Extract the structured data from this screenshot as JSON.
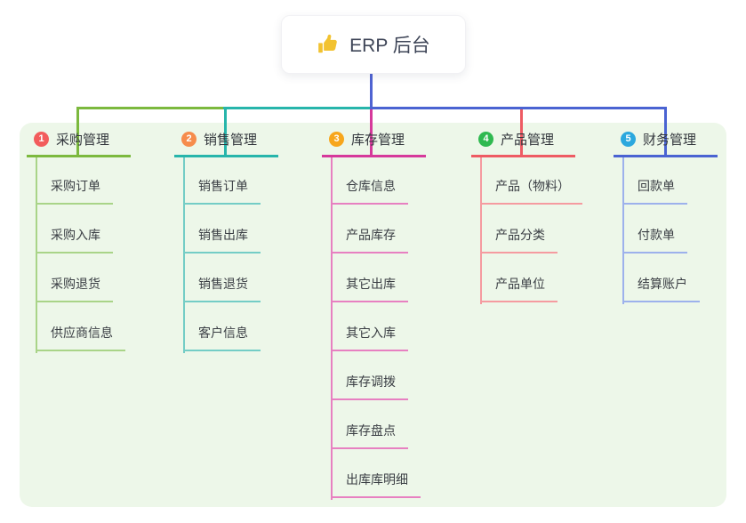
{
  "root": {
    "label": "ERP 后台",
    "icon": "thumbs-up-icon",
    "icon_color": "#f2c230",
    "line_color": "#4f63d2"
  },
  "canvas": {
    "panel_color": "#edf7e9",
    "background_color": "#ffffff"
  },
  "branches": [
    {
      "number": "1",
      "label": "采购管理",
      "color": "#7cb93e",
      "light": "#a9d488",
      "badge": "#f25c5c",
      "items": [
        "采购订单",
        "采购入库",
        "采购退货",
        "供应商信息"
      ]
    },
    {
      "number": "2",
      "label": "销售管理",
      "color": "#27b5ab",
      "light": "#74cdc6",
      "badge": "#f68c4c",
      "items": [
        "销售订单",
        "销售出库",
        "销售退货",
        "客户信息"
      ]
    },
    {
      "number": "3",
      "label": "库存管理",
      "color": "#d6399b",
      "light": "#e780c1",
      "badge": "#f7a61c",
      "items": [
        "仓库信息",
        "产品库存",
        "其它出库",
        "其它入库",
        "库存调拨",
        "库存盘点",
        "出库库明细"
      ]
    },
    {
      "number": "4",
      "label": "产品管理",
      "color": "#ee5b63",
      "light": "#f59ba0",
      "badge": "#2fb950",
      "items": [
        "产品（物料）",
        "产品分类",
        "产品单位"
      ]
    },
    {
      "number": "5",
      "label": "财务管理",
      "color": "#4a63d2",
      "light": "#9db1ec",
      "badge": "#2ba8de",
      "items": [
        "回款单",
        "付款单",
        "结算账户"
      ]
    }
  ]
}
